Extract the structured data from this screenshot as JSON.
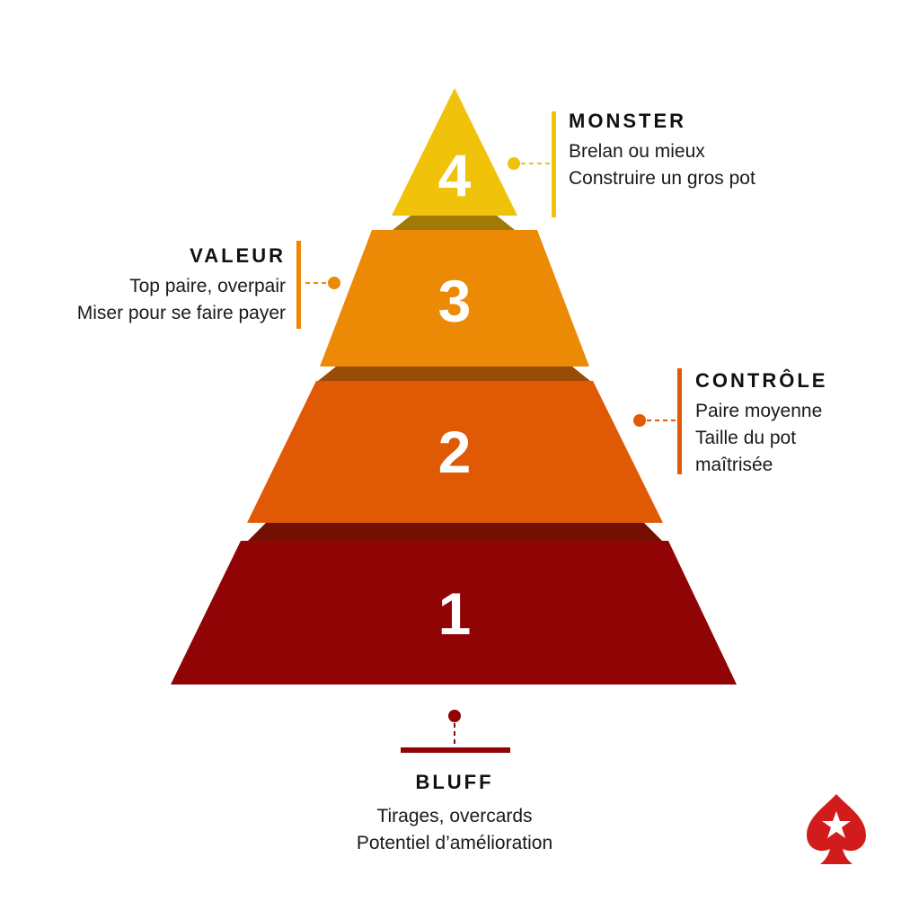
{
  "pyramid": {
    "levels": [
      {
        "number": "4",
        "color": "#f0c20a"
      },
      {
        "number": "3",
        "color": "#ec8a06"
      },
      {
        "number": "2",
        "color": "#e05a06"
      },
      {
        "number": "1",
        "color": "#910406"
      }
    ]
  },
  "labels": {
    "monster": {
      "title": "MONSTER",
      "line1": "Brelan ou mieux",
      "line2": "Construire un gros pot",
      "accent": "#f0c20a"
    },
    "valeur": {
      "title": "VALEUR",
      "line1": "Top paire, overpair",
      "line2": "Miser pour se faire payer",
      "accent": "#ec8a06"
    },
    "controle": {
      "title": "CONTRÔLE",
      "line1": "Paire moyenne",
      "line2": "Taille du pot",
      "line3": "maîtrisée",
      "accent": "#e05a06"
    },
    "bluff": {
      "title": "BLUFF",
      "line1": "Tirages, overcards",
      "line2": "Potentiel d’amélioration",
      "accent": "#910406"
    }
  },
  "logo": {
    "name": "spade-star-logo-icon",
    "color": "#d21c1c"
  }
}
